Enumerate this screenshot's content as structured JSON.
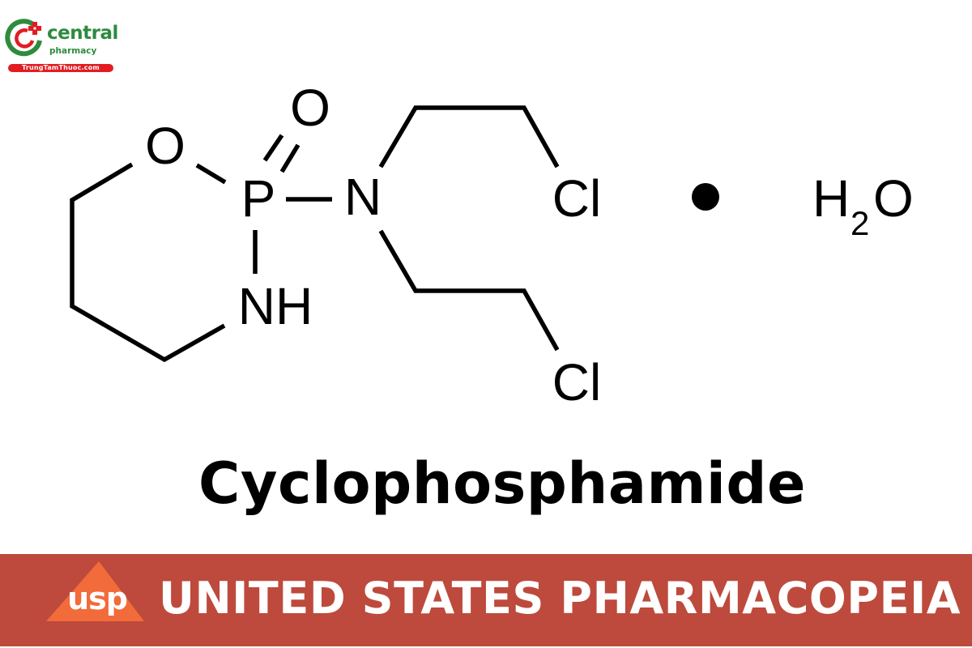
{
  "logo": {
    "brand": "central",
    "subtitle": "pharmacy",
    "website": "TrungTamThuoc.com",
    "colors": {
      "green": "#2e8b3e",
      "red": "#e11d22"
    }
  },
  "structure": {
    "name": "Cyclophosphamide",
    "hydrate_separator": "•",
    "atoms": {
      "ring_oxygen": "O",
      "phosphorus": "P",
      "phosphoryl_oxygen": "O",
      "amine_nitrogen": "N",
      "ring_nh": "NH",
      "chlorine_upper": "Cl",
      "chlorine_lower": "Cl"
    },
    "water": {
      "h": "H",
      "subscript": "2",
      "o": "O"
    }
  },
  "title": "Cyclophosphamide",
  "banner": {
    "logo_text": "usp",
    "text": "UNITED STATES PHARMACOPEIA",
    "colors": {
      "background": "#bd4a3c",
      "triangle": "#f26b3a",
      "text": "#ffffff"
    }
  }
}
